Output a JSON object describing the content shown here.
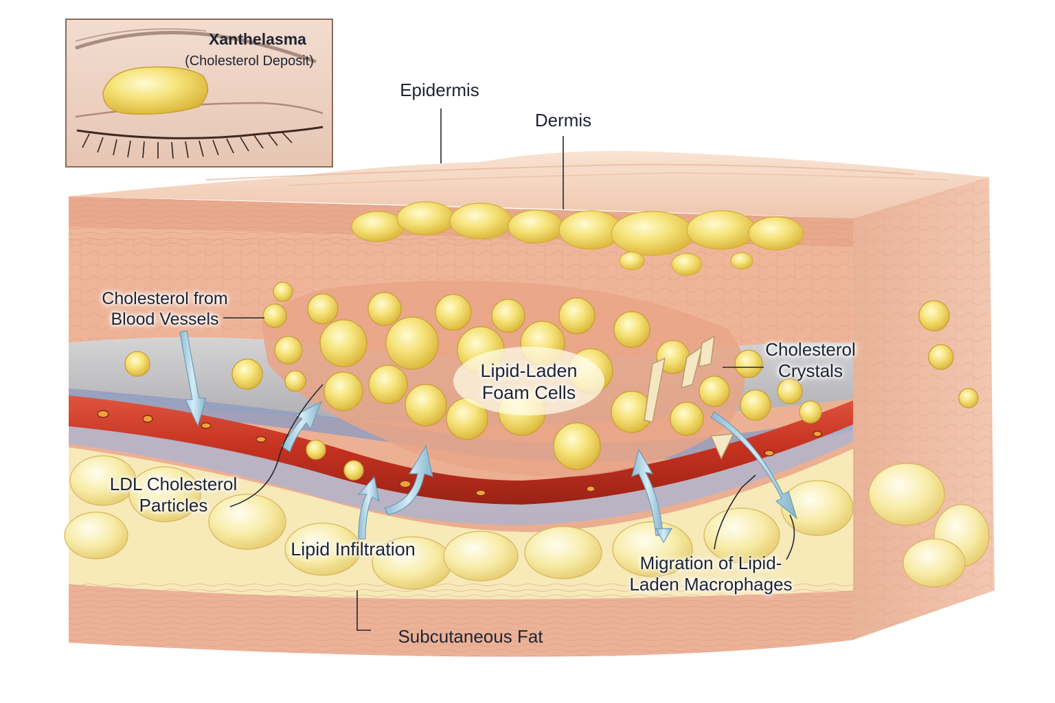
{
  "inset": {
    "title": "Xanthelasma",
    "subtitle": "(Cholesterol Deposit)"
  },
  "labels": {
    "epidermis": "Epidermis",
    "dermis": "Dermis",
    "cholesterol_from_blood": [
      "Cholesterol from",
      "Blood Vessels"
    ],
    "foam_cells": [
      "Lipid-Laden",
      "Foam Cells"
    ],
    "crystals": [
      "Cholesterol",
      "Crystals"
    ],
    "ldl": [
      "LDL Cholesterol",
      "Particles"
    ],
    "infiltration": "Lipid Infiltration",
    "migration": [
      "Migration of Lipid-",
      "Laden Macrophages"
    ],
    "subcutaneous": "Subcutaneous Fat"
  },
  "colors": {
    "skin": "#f0c0a3",
    "skin_dark": "#e3a488",
    "skin_top": "#f6d6c2",
    "fat": "#f4de5e",
    "fat_light": "#fdf3a6",
    "vessel": "#cc3a2c",
    "connective": "#b9c1c7",
    "arrow": "#a9cfe2",
    "label_text": "#1e2333"
  }
}
